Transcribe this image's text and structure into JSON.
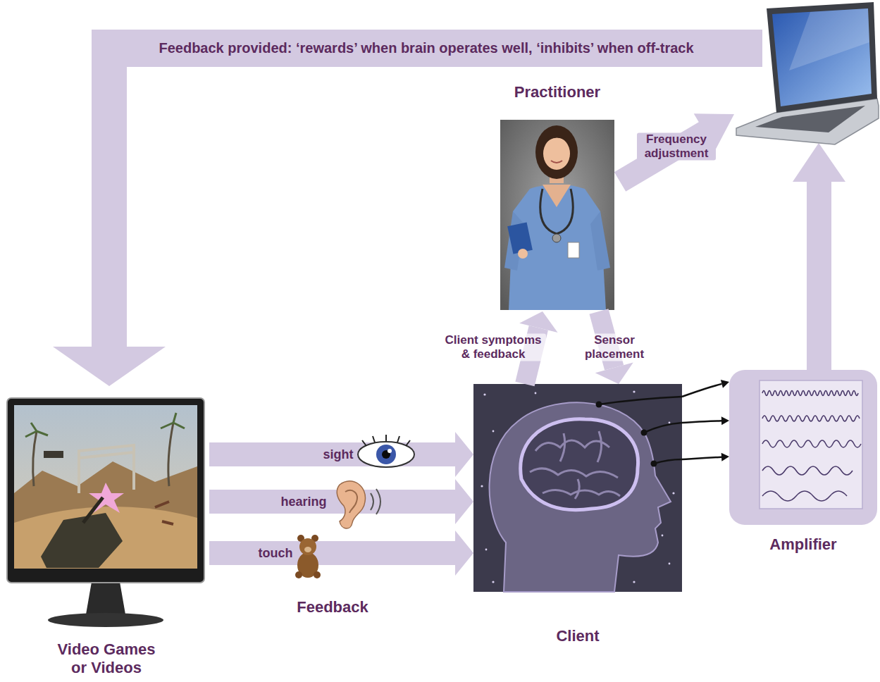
{
  "diagram": {
    "nodes": [
      {
        "text": [
          "Practitioner"
        ]
      },
      {
        "text": [
          "Video Games or Videos"
        ]
      },
      {
        "text": [
          "Client"
        ]
      },
      {
        "text": [
          "Amplifier"
        ]
      }
    ],
    "edges": [
      {
        "from": 1,
        "to": 2,
        "label": "sight",
        "arrow": "to"
      },
      {
        "from": 1,
        "to": 2,
        "label": "hearing",
        "arrow": "to"
      },
      {
        "from": 1,
        "to": 2,
        "label": "touch",
        "arrow": "to"
      },
      {
        "from": 2,
        "to": 0,
        "label": "Client symptoms & feedback",
        "arrow": "to"
      },
      {
        "from": 0,
        "to": 2,
        "label": "Sensor placement",
        "arrow": "to"
      },
      {
        "from": 2,
        "to": 3,
        "arrow": "to"
      },
      {
        "from": 2,
        "to": 3,
        "arrow": "to"
      },
      {
        "from": 2,
        "to": 3,
        "arrow": "to"
      }
    ],
    "labels": [
      "Feedback provided: ‘rewards’ when brain operates well, ‘inhibits’ when off-track",
      "Frequency adjustment",
      "Feedback"
    ]
  }
}
